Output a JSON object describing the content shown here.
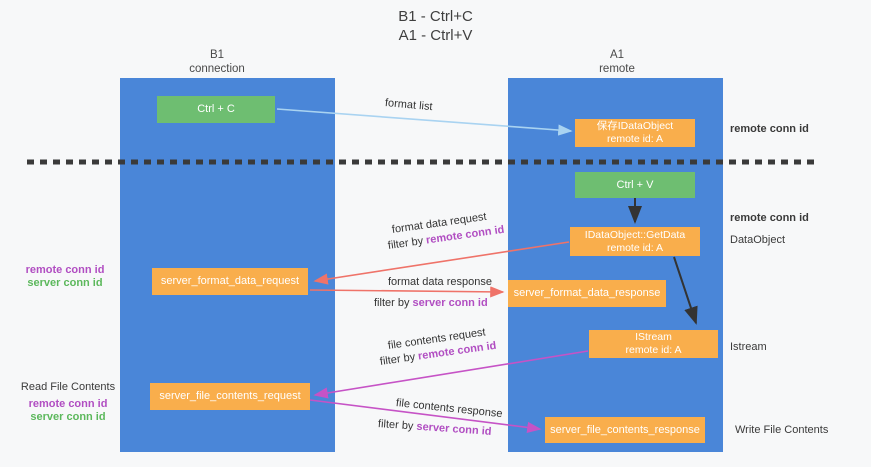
{
  "title": {
    "line1": "B1 - Ctrl+C",
    "line2": "A1 - Ctrl+V"
  },
  "lanes": {
    "left": {
      "name": "B1",
      "role": "connection"
    },
    "right": {
      "name": "A1",
      "role": "remote"
    }
  },
  "boxes": {
    "ctrl_c": "Ctrl + C",
    "ctrl_v": "Ctrl + V",
    "save_idataobject_line1": "保存IDataObject",
    "save_idataobject_line2": "remote id: A",
    "getdata_line1": "IDataObject::GetData",
    "getdata_line2": "remote id: A",
    "istream_line1": "IStream",
    "istream_line2": "remote id: A",
    "server_format_data_request": "server_format_data_request",
    "server_format_data_response": "server_format_data_response",
    "server_file_contents_request": "server_file_contents_request",
    "server_file_contents_response": "server_file_contents_response"
  },
  "flow_labels": {
    "format_list": "format list",
    "format_data_request": "format data request",
    "format_data_response": "format data response",
    "file_contents_request": "file contents request",
    "file_contents_response": "file contents response",
    "filter_by": "filter by "
  },
  "annotations": {
    "remote_conn_id": "remote conn id",
    "server_conn_id": "server conn id",
    "read_file_contents": "Read File Contents",
    "write_file_contents": "Write File Contents",
    "dataobject": "DataObject",
    "istream": "Istream"
  },
  "colors": {
    "lane_blue": "#4a86d8",
    "box_green": "#6ebe71",
    "box_orange": "#f9ae4c",
    "arrow_light_blue": "#a9d3f1",
    "arrow_black": "#333333",
    "arrow_salmon": "#ef7369",
    "arrow_magenta": "#c653c6",
    "text_purple": "#b14ec2",
    "text_green": "#5cb85c",
    "divider": "#3a3a3a"
  }
}
